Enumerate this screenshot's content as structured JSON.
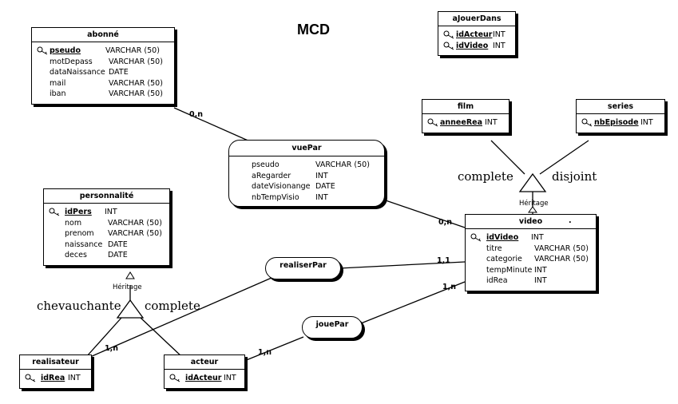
{
  "title": "MCD",
  "entities": {
    "abonne": {
      "name": "abonné",
      "attributes": [
        {
          "name": "pseudo",
          "type": "VARCHAR (50)",
          "key": true
        },
        {
          "name": "motDepass",
          "type": "VARCHAR (50)"
        },
        {
          "name": "dataNaissance",
          "type": "DATE"
        },
        {
          "name": "mail",
          "type": "VARCHAR (50)"
        },
        {
          "name": "iban",
          "type": "VARCHAR (50)"
        }
      ]
    },
    "ajouerdans": {
      "name": "aJouerDans",
      "attributes": [
        {
          "name": "idActeur",
          "type": "INT",
          "key": true
        },
        {
          "name": "idVideo",
          "type": "INT",
          "key": true
        }
      ]
    },
    "film": {
      "name": "film",
      "attributes": [
        {
          "name": "anneeRea",
          "type": "INT",
          "key": true
        }
      ]
    },
    "series": {
      "name": "series",
      "attributes": [
        {
          "name": "nbEpisode",
          "type": "INT",
          "key": true
        }
      ]
    },
    "personnalite": {
      "name": "personnalité",
      "attributes": [
        {
          "name": "idPers",
          "type": "INT",
          "key": true
        },
        {
          "name": "nom",
          "type": "VARCHAR (50)"
        },
        {
          "name": "prenom",
          "type": "VARCHAR (50)"
        },
        {
          "name": "naissance",
          "type": "DATE"
        },
        {
          "name": "deces",
          "type": "DATE"
        }
      ]
    },
    "video": {
      "name": "video",
      "dot": ".",
      "attributes": [
        {
          "name": "idVideo",
          "type": "INT",
          "key": true
        },
        {
          "name": "titre",
          "type": "VARCHAR (50)"
        },
        {
          "name": "categorie",
          "type": "VARCHAR (50)"
        },
        {
          "name": "tempMinute",
          "type": "INT"
        },
        {
          "name": "idRea",
          "type": "INT"
        }
      ]
    },
    "realisateur": {
      "name": "realisateur",
      "attributes": [
        {
          "name": "idRea",
          "type": "INT",
          "key": true
        }
      ]
    },
    "acteur": {
      "name": "acteur",
      "attributes": [
        {
          "name": "idActeur",
          "type": "INT",
          "key": true
        }
      ]
    }
  },
  "relations": {
    "vuepar": {
      "name": "vuePar",
      "attributes": [
        {
          "name": "pseudo",
          "type": "VARCHAR (50)"
        },
        {
          "name": "aRegarder",
          "type": "INT"
        },
        {
          "name": "dateVisionange",
          "type": "DATE"
        },
        {
          "name": "nbTempVisio",
          "type": "INT"
        }
      ]
    },
    "realiserpar": {
      "name": "realiserPar"
    },
    "jouepar": {
      "name": "jouePar"
    }
  },
  "cardinalities": {
    "abonne_vuepar": "0,n",
    "video_vuepar": "0,n",
    "video_realiserpar": "1,1",
    "video_jouepar": "1,n",
    "realisateur_realiserpar": "1,n",
    "acteur_jouepar": "1,n"
  },
  "inheritance": {
    "video": {
      "label": "Héritage",
      "left": "complete",
      "right": "disjoint"
    },
    "personnalite": {
      "label": "Héritage",
      "left": "chevauchante",
      "right": "complete"
    }
  }
}
